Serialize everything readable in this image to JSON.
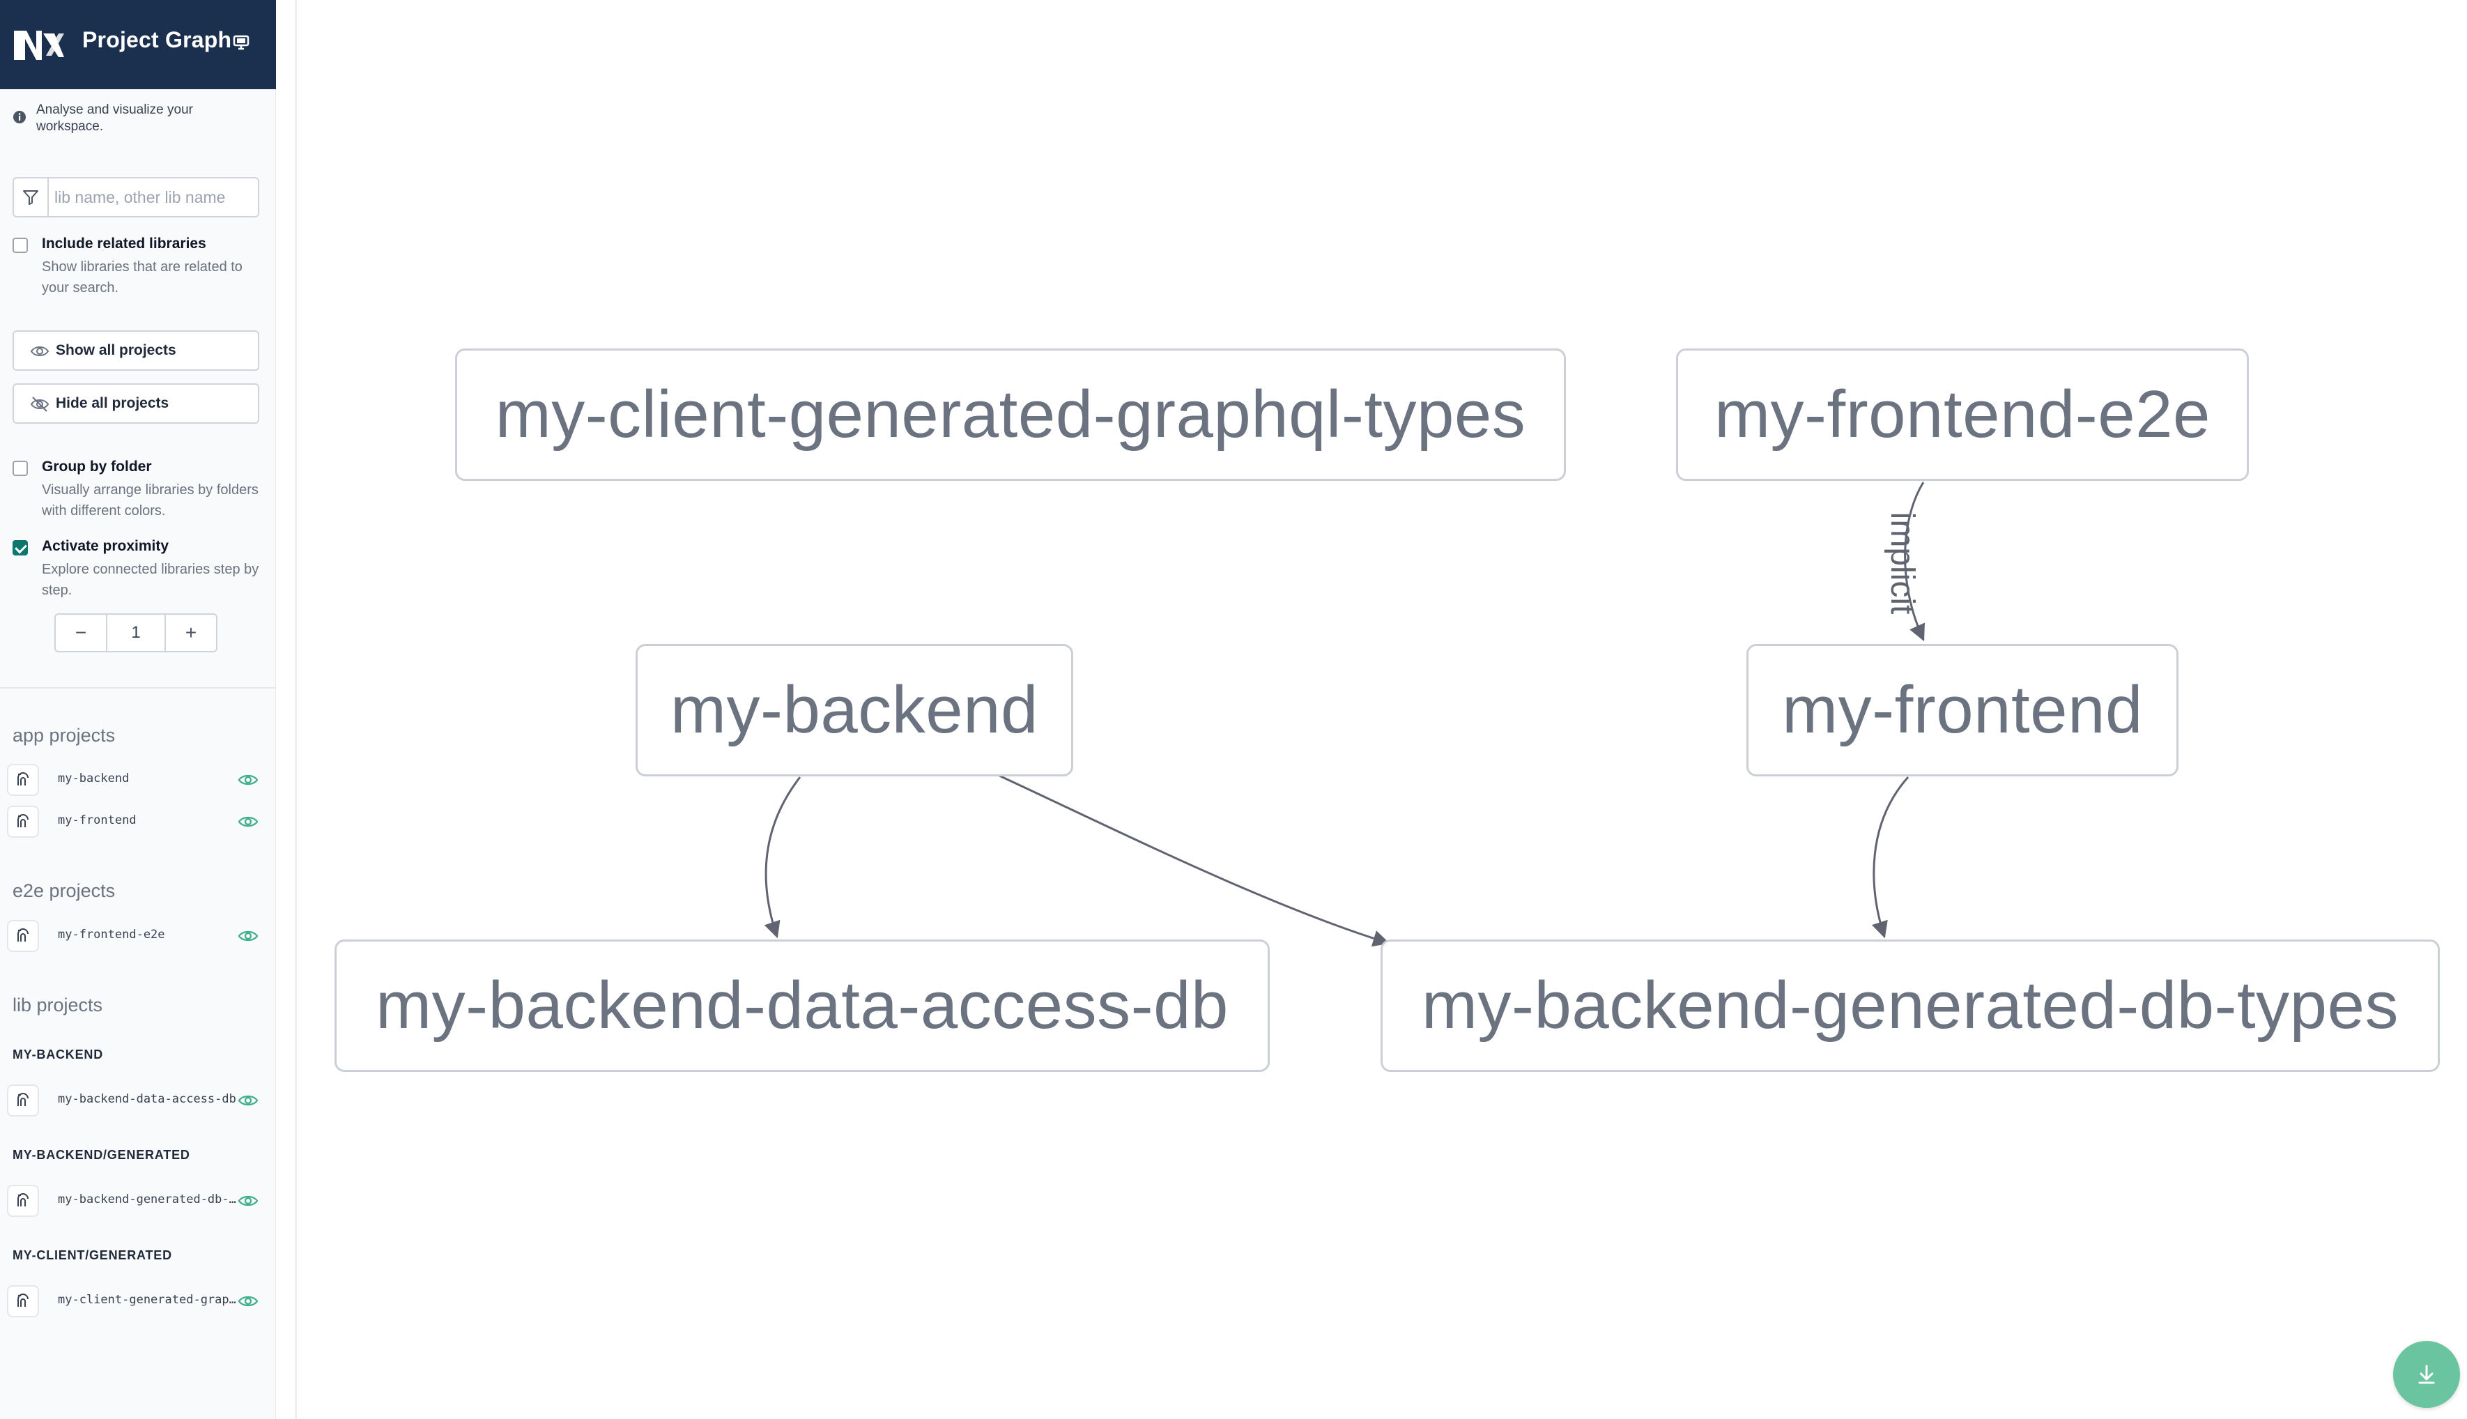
{
  "header": {
    "title": "Project Graph"
  },
  "info": {
    "text": "Analyse and visualize your workspace."
  },
  "filter": {
    "placeholder": "lib name, other lib name"
  },
  "include_related": {
    "label": "Include related libraries",
    "description": "Show libraries that are related to your search.",
    "checked": false
  },
  "buttons": {
    "show_all": "Show all projects",
    "hide_all": "Hide all projects"
  },
  "group_by_folder": {
    "label": "Group by folder",
    "description": "Visually arrange libraries by folders with different colors.",
    "checked": false
  },
  "activate_proximity": {
    "label": "Activate proximity",
    "description": "Explore connected libraries step by step.",
    "checked": true
  },
  "stepper": {
    "minus": "−",
    "value": "1",
    "plus": "+"
  },
  "groups": {
    "app": {
      "title": "app projects",
      "items": [
        "my-backend",
        "my-frontend"
      ]
    },
    "e2e": {
      "title": "e2e projects",
      "items": [
        "my-frontend-e2e"
      ]
    },
    "lib": {
      "title": "lib projects",
      "folders": [
        {
          "name": "MY-BACKEND",
          "items": [
            "my-backend-data-access-db"
          ]
        },
        {
          "name": "MY-BACKEND/GENERATED",
          "items": [
            "my-backend-generated-db-types"
          ]
        },
        {
          "name": "MY-CLIENT/GENERATED",
          "items": [
            "my-client-generated-graphql-types"
          ]
        }
      ]
    }
  },
  "graph": {
    "nodes": [
      "my-client-generated-graphql-types",
      "my-frontend-e2e",
      "my-backend",
      "my-frontend",
      "my-backend-data-access-db",
      "my-backend-generated-db-types"
    ],
    "edges": [
      {
        "from": "my-frontend-e2e",
        "to": "my-frontend",
        "label": "implicit"
      },
      {
        "from": "my-backend",
        "to": "my-backend-data-access-db"
      },
      {
        "from": "my-backend",
        "to": "my-backend-generated-db-types"
      },
      {
        "from": "my-frontend",
        "to": "my-backend-generated-db-types"
      }
    ]
  },
  "colors": {
    "header_bg": "#1b2f4e",
    "accent": "#0f766e",
    "eye": "#3eae8b",
    "fab": "#6bc4a0",
    "node_text": "#6b7280",
    "edge": "#5f6470"
  },
  "icons": {
    "logo": "nx-logo",
    "monitor": "monitor-icon",
    "info": "info-icon",
    "filter": "filter-icon",
    "show": "eye-icon",
    "hide": "eye-slash-icon",
    "project": "project-icon",
    "download": "download-icon"
  }
}
